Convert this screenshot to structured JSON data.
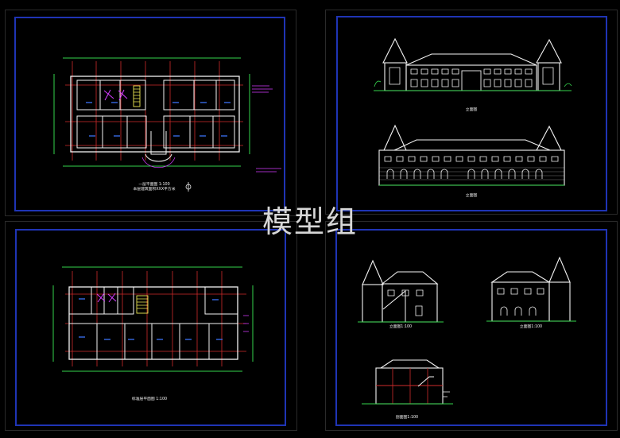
{
  "watermark": {
    "text": "模型组"
  },
  "sheets": {
    "top_left": {
      "title": "一层平面图 1:100",
      "subtitle": "本层建筑面积XXX平方米"
    },
    "top_right": {
      "label_upper": "立面图",
      "label_lower": "立面图"
    },
    "bottom_left": {
      "title": "标准层平面图 1:100"
    },
    "bottom_right": {
      "label_left": "立面图1:100",
      "label_right": "立面图1:100",
      "label_section": "剖面图1:100"
    }
  },
  "colors": {
    "background": "#000000",
    "sheet_border": "#1f34b5",
    "drawing_white": "#f4f4f4",
    "axis_red": "#cf2b2b",
    "dimension_green": "#35d34d",
    "room_blue": "#3e76ff",
    "accent_magenta": "#d33cff",
    "accent_yellow": "#f0ea55"
  }
}
